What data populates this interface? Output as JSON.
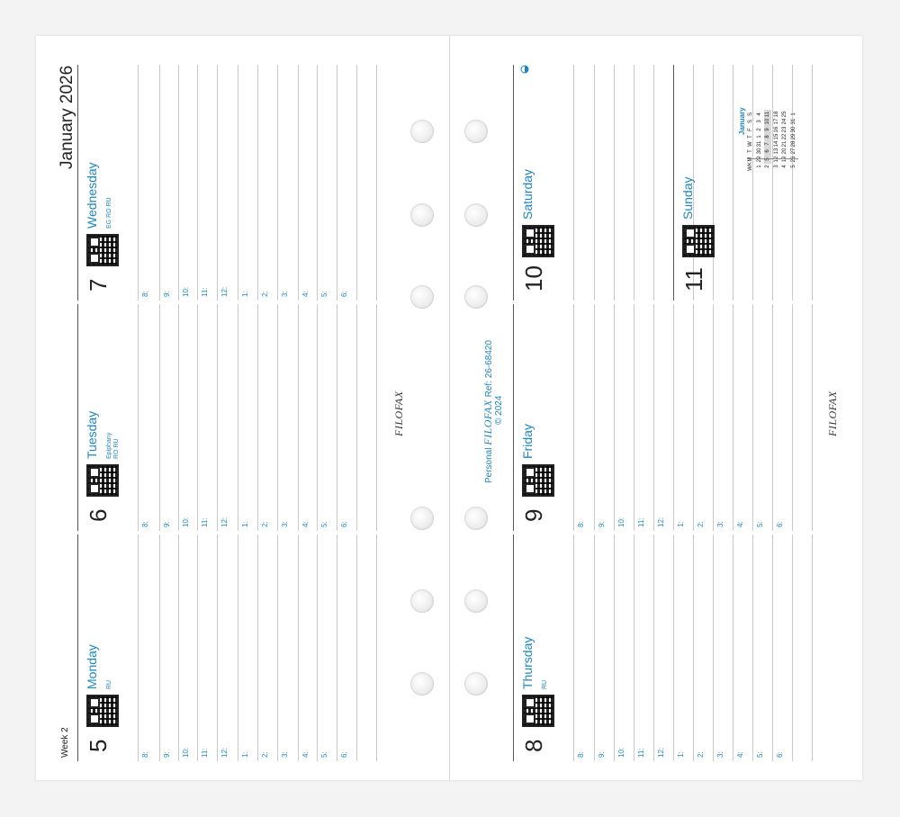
{
  "header": {
    "month_year": "January 2026",
    "week": "Week 2"
  },
  "hours": [
    "8:",
    "9:",
    "10:",
    "11:",
    "12:",
    "1:",
    "2:",
    "3:",
    "4:",
    "5:",
    "6:"
  ],
  "days": [
    {
      "num": "5",
      "name": "Monday",
      "holidays": [
        "RU"
      ]
    },
    {
      "num": "6",
      "name": "Tuesday",
      "holidays": [
        "Epiphany",
        "RO RU"
      ]
    },
    {
      "num": "7",
      "name": "Wednesday",
      "holidays": [
        "EG RO RU"
      ]
    },
    {
      "num": "8",
      "name": "Thursday",
      "holidays": [
        "RU"
      ]
    },
    {
      "num": "9",
      "name": "Friday",
      "holidays": []
    },
    {
      "num": "10",
      "name": "Saturday",
      "holidays": []
    },
    {
      "num": "11",
      "name": "Sunday",
      "holidays": []
    }
  ],
  "branding": {
    "logo": "FILOFAX",
    "personal": "Personal",
    "ref": "Ref: 26-68420",
    "copyright": "© 2024"
  },
  "moon_icon": "first-quarter-moon-icon",
  "mini_calendar": {
    "title": "January",
    "headers": [
      "WK",
      "M",
      "T",
      "W",
      "T",
      "F",
      "S",
      "S"
    ],
    "rows": [
      [
        "1",
        "29",
        "30",
        "31",
        "1",
        "2",
        "3",
        "4"
      ],
      [
        "2",
        "5",
        "6",
        "7",
        "8",
        "9",
        "10",
        "11"
      ],
      [
        "3",
        "12",
        "13",
        "14",
        "15",
        "16",
        "17",
        "18"
      ],
      [
        "4",
        "19",
        "20",
        "21",
        "22",
        "23",
        "24",
        "25"
      ],
      [
        "5",
        "26",
        "27",
        "28",
        "29",
        "30",
        "31",
        "1"
      ]
    ],
    "highlight_row": 1
  },
  "colors": {
    "accent": "#1b87c2",
    "text": "#222222",
    "rule": "#c9c9c9"
  }
}
